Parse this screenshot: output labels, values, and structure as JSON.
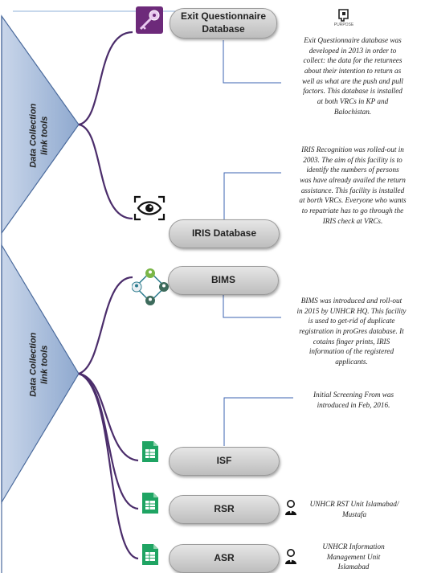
{
  "groups": [
    {
      "label_line1": "Data Collection",
      "label_line2": "link tools"
    },
    {
      "label_line1": "Data Collection",
      "label_line2": "link tools"
    }
  ],
  "nodes": {
    "exit": {
      "line1": "Exit Questionnaire",
      "line2": "Database",
      "icon": "key-icon"
    },
    "iris": {
      "label": "IRIS Database",
      "icon": "eye-scan-icon"
    },
    "bims": {
      "label": "BIMS",
      "icon": "network-people-icon"
    },
    "isf": {
      "label": "ISF",
      "icon": "spreadsheet-icon"
    },
    "rsr": {
      "label": "RSR",
      "icon": "spreadsheet-icon"
    },
    "asr": {
      "label": "ASR",
      "icon": "spreadsheet-icon"
    }
  },
  "purpose_caption": "PURPOSE",
  "descriptions": {
    "exit": [
      "Exit Questionnaire database was",
      "developed in 2013 in order to",
      "collect: the data for the returnees",
      "about their intention to return as",
      "well as what are the push and pull",
      "factors. This database is installed",
      "at both VRCs in KP and",
      "Balochistan."
    ],
    "iris": [
      "IRIS Recognition was rolled-out in",
      "2003. The aim of this facility is to",
      "identify the numbers of persons",
      "was have already availed the return",
      "assistance. This facility is installed",
      "at borth VRCs. Everyone who wants",
      "to repatriate has to go through the",
      "IRIS check at VRCs."
    ],
    "bims": [
      "BIMS was introduced and roll-out",
      "in 2015 by UNHCR HQ. This facility",
      "is used to get-rid of duplicate",
      "registration in proGres database. It",
      "cotains finger prints, IRIS",
      "information of the registered",
      "applicants."
    ],
    "isf": [
      "Initial Screening From was",
      "introduced in Feb, 2016."
    ]
  },
  "owners": {
    "rsr": [
      "UNHCR RST Unit Islamabad/",
      "Mustafa"
    ],
    "asr": [
      "UNHCR Information",
      "Management Unit",
      "Islamabad"
    ]
  },
  "colors": {
    "triangle_fill": "#8fa9cf",
    "triangle_stroke": "#4a6a9c",
    "connector": "#4b2d6b",
    "callout_line": "#3b63b0",
    "key_fill": "#9b2f9b",
    "sheet_green": "#1fa463"
  }
}
